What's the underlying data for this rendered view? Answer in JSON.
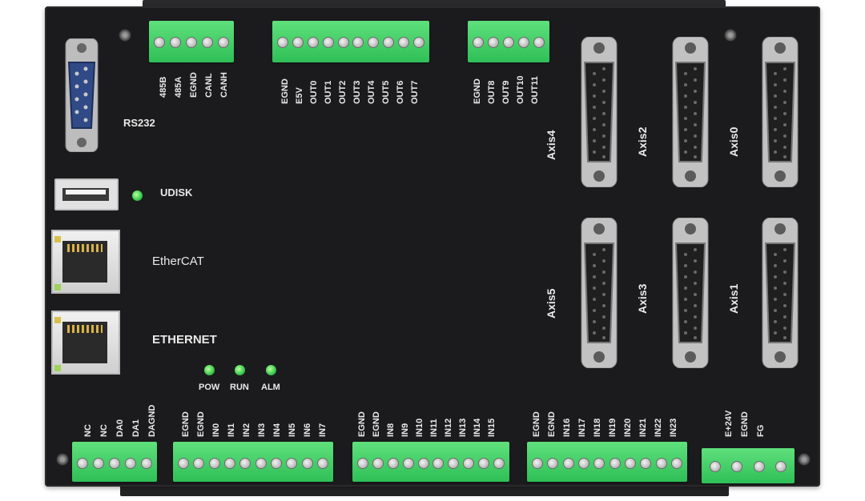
{
  "device": {
    "left_labels": {
      "rs232": "RS232",
      "udisk": "UDISK",
      "ethercat": "EtherCAT",
      "ethernet": "ETHERNET"
    },
    "leds": [
      "POW",
      "RUN",
      "ALM"
    ],
    "top_terminals": [
      {
        "id": "t1",
        "pins": [
          "485B",
          "485A",
          "EGND",
          "CANL",
          "CANH"
        ]
      },
      {
        "id": "t2",
        "pins": [
          "EGND",
          "E5V",
          "OUT0",
          "OUT1",
          "OUT2",
          "OUT3",
          "OUT4",
          "OUT5",
          "OUT6",
          "OUT7"
        ]
      },
      {
        "id": "t3",
        "pins": [
          "EGND",
          "OUT8",
          "OUT9",
          "OUT10",
          "OUT11"
        ]
      }
    ],
    "bottom_terminals": [
      {
        "id": "b1",
        "pins": [
          "NC",
          "NC",
          "DA0",
          "DA1",
          "DAGND"
        ]
      },
      {
        "id": "b2",
        "pins": [
          "EGND",
          "EGND",
          "IN0",
          "IN1",
          "IN2",
          "IN3",
          "IN4",
          "IN5",
          "IN6",
          "IN7"
        ]
      },
      {
        "id": "b3",
        "pins": [
          "EGND",
          "EGND",
          "IN8",
          "IN9",
          "IN10",
          "IN11",
          "IN12",
          "IN13",
          "IN14",
          "IN15"
        ]
      },
      {
        "id": "b4",
        "pins": [
          "EGND",
          "EGND",
          "IN16",
          "IN17",
          "IN18",
          "IN19",
          "IN20",
          "IN21",
          "IN22",
          "IN23"
        ]
      },
      {
        "id": "b5",
        "pins": [
          "E+24V",
          "EGND",
          "FG"
        ]
      }
    ],
    "axes_top": [
      "Axis4",
      "Axis2",
      "Axis0"
    ],
    "axes_bottom": [
      "Axis5",
      "Axis3",
      "Axis1"
    ],
    "colors": {
      "panel": "#1b1b1d",
      "terminal_green": "#38c85c",
      "led_green": "#37c94a",
      "label_text": "#e9e9e9"
    }
  }
}
